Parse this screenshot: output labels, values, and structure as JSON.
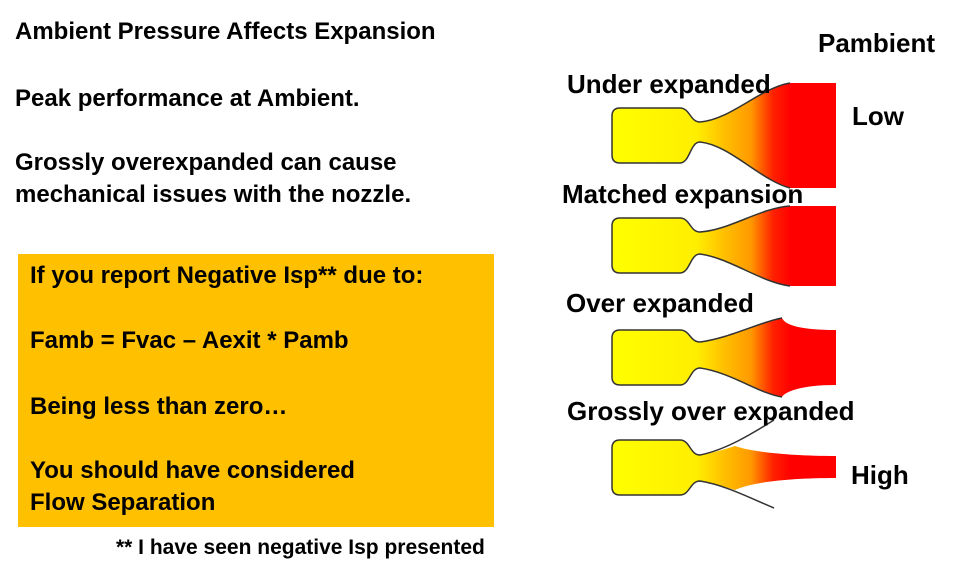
{
  "text": {
    "title": "Ambient Pressure Affects Expansion",
    "peak": "Peak performance at Ambient.",
    "gross_line1": "Grossly overexpanded can cause",
    "gross_line2": "mechanical issues with the nozzle."
  },
  "box": {
    "color": "#FFC000",
    "line1": "If you report Negative Isp**  due to:",
    "line2": "Famb = Fvac – Aexit * Pamb",
    "line3": "Being less than zero…",
    "line4": "You should have considered",
    "line5": "Flow Separation"
  },
  "footnote": "** I have seen negative Isp presented",
  "diagram": {
    "pambient_label": "Pambient",
    "low_label": "Low",
    "high_label": "High",
    "nozzles": [
      {
        "label": "Under expanded"
      },
      {
        "label": "Matched expansion"
      },
      {
        "label": "Over expanded"
      },
      {
        "label": "Grossly over expanded"
      }
    ],
    "colors": {
      "chamber": "#FFFF00",
      "mid": "#FF9900",
      "exhaust": "#FF0000"
    }
  }
}
